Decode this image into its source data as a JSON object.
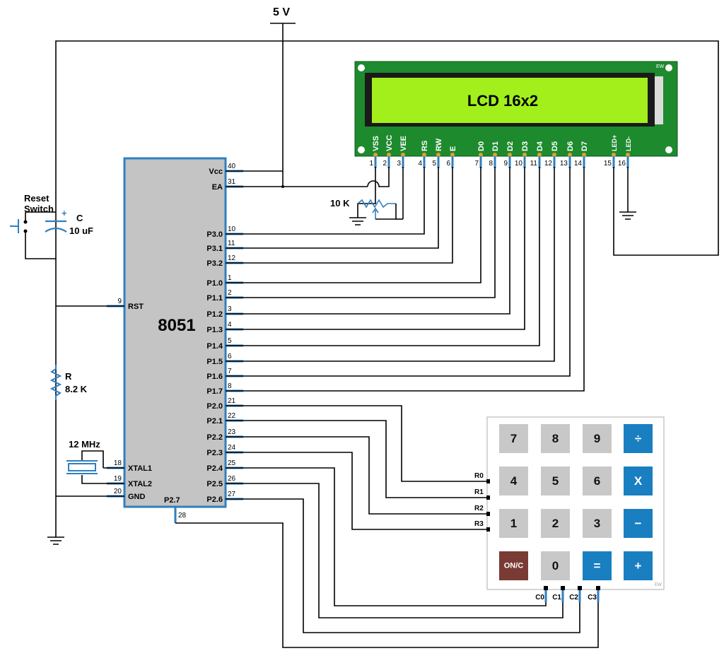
{
  "supply": {
    "label": "5 V"
  },
  "mcu": {
    "name": "8051",
    "left_pins": [
      {
        "num": "9",
        "label": "RST"
      },
      {
        "num": "18",
        "label": "XTAL1"
      },
      {
        "num": "19",
        "label": "XTAL2"
      },
      {
        "num": "20",
        "label": "GND"
      }
    ],
    "right_pins": [
      {
        "num": "40",
        "label": "Vcc"
      },
      {
        "num": "31",
        "label": "EA"
      },
      {
        "num": "10",
        "label": "P3.0"
      },
      {
        "num": "11",
        "label": "P3.1"
      },
      {
        "num": "12",
        "label": "P3.2"
      },
      {
        "num": "1",
        "label": "P1.0"
      },
      {
        "num": "2",
        "label": "P1.1"
      },
      {
        "num": "3",
        "label": "P1.2"
      },
      {
        "num": "4",
        "label": "P1.3"
      },
      {
        "num": "5",
        "label": "P1.4"
      },
      {
        "num": "6",
        "label": "P1.5"
      },
      {
        "num": "7",
        "label": "P1.6"
      },
      {
        "num": "8",
        "label": "P1.7"
      },
      {
        "num": "21",
        "label": "P2.0"
      },
      {
        "num": "22",
        "label": "P2.1"
      },
      {
        "num": "23",
        "label": "P2.2"
      },
      {
        "num": "24",
        "label": "P2.3"
      },
      {
        "num": "25",
        "label": "P2.4"
      },
      {
        "num": "26",
        "label": "P2.5"
      },
      {
        "num": "27",
        "label": "P2.6"
      }
    ],
    "bottom_pin": {
      "num": "28",
      "label": "P2.7"
    }
  },
  "lcd": {
    "title": "LCD 16x2",
    "corner_mark": "EW",
    "pins": [
      {
        "num": "1",
        "label": "VSS"
      },
      {
        "num": "2",
        "label": "VCC"
      },
      {
        "num": "3",
        "label": "VEE"
      },
      {
        "num": "4",
        "label": "RS"
      },
      {
        "num": "5",
        "label": "RW"
      },
      {
        "num": "6",
        "label": "E"
      },
      {
        "num": "7",
        "label": "D0"
      },
      {
        "num": "8",
        "label": "D1"
      },
      {
        "num": "9",
        "label": "D2"
      },
      {
        "num": "10",
        "label": "D3"
      },
      {
        "num": "11",
        "label": "D4"
      },
      {
        "num": "12",
        "label": "D5"
      },
      {
        "num": "13",
        "label": "D6"
      },
      {
        "num": "14",
        "label": "D7"
      },
      {
        "num": "15",
        "label": "LED+"
      },
      {
        "num": "16",
        "label": "LED-"
      }
    ]
  },
  "components": {
    "reset_switch": "Reset\nSwitch",
    "capacitor": {
      "name": "C",
      "value": "10 uF"
    },
    "resistor": {
      "name": "R",
      "value": "8.2 K"
    },
    "potentiometer": "10 K",
    "crystal": "12 MHz"
  },
  "keypad": {
    "corner_mark": "EW",
    "rows": [
      "R0",
      "R1",
      "R2",
      "R3"
    ],
    "cols": [
      "C0",
      "C1",
      "C2",
      "C3"
    ],
    "keys": [
      [
        {
          "label": "7",
          "style": "gray"
        },
        {
          "label": "8",
          "style": "gray"
        },
        {
          "label": "9",
          "style": "gray"
        },
        {
          "label": "÷",
          "style": "blue"
        }
      ],
      [
        {
          "label": "4",
          "style": "gray"
        },
        {
          "label": "5",
          "style": "gray"
        },
        {
          "label": "6",
          "style": "gray"
        },
        {
          "label": "X",
          "style": "blue"
        }
      ],
      [
        {
          "label": "1",
          "style": "gray"
        },
        {
          "label": "2",
          "style": "gray"
        },
        {
          "label": "3",
          "style": "gray"
        },
        {
          "label": "−",
          "style": "blue"
        }
      ],
      [
        {
          "label": "ON/C",
          "style": "brown"
        },
        {
          "label": "0",
          "style": "gray"
        },
        {
          "label": "=",
          "style": "blue"
        },
        {
          "label": "+",
          "style": "blue"
        }
      ]
    ]
  },
  "colors": {
    "mcu_fill": "#c4c4c4",
    "mcu_border": "#2f7fbf",
    "pin": "#2f7fbf",
    "lcd_board": "#1e8a2e",
    "lcd_screen": "#a3ef1c",
    "key_gray": "#c8c8c8",
    "key_blue": "#1a7fc1",
    "key_brown": "#7a3b35"
  }
}
